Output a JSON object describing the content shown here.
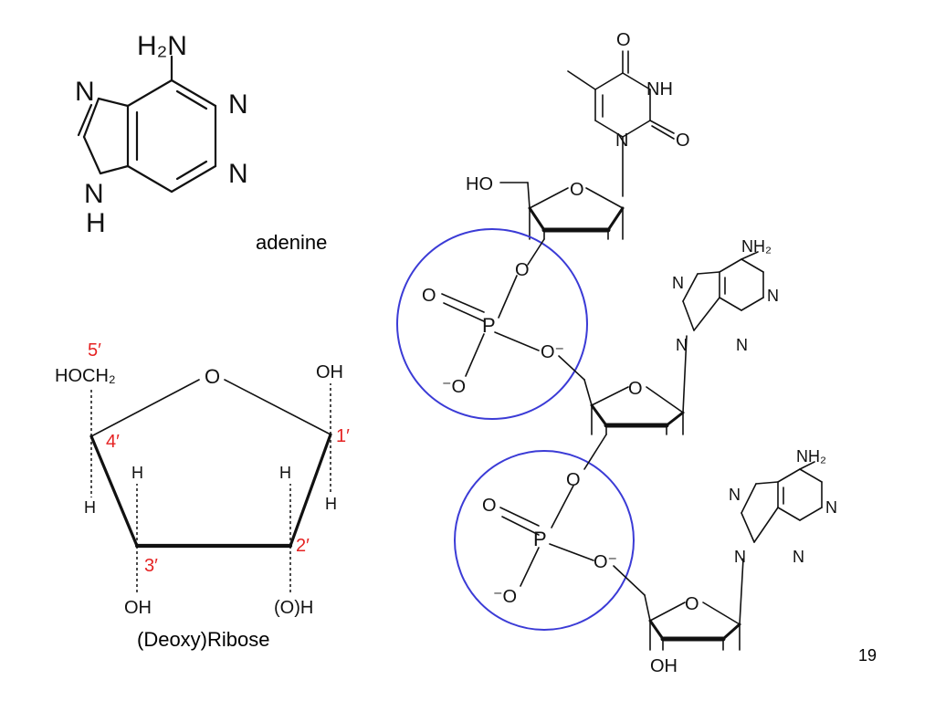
{
  "adenine": {
    "amine": "H₂N",
    "n1": "N",
    "n3": "N",
    "n7": "N",
    "n9": "N",
    "nh_h": "H",
    "caption": "adenine"
  },
  "ribose": {
    "title": "(Deoxy)Ribose",
    "ring_o": "O",
    "hoch2": "HOCH₂",
    "oh_top": "OH",
    "oh_3": "OH",
    "oh_2": "(O)H",
    "h": "H",
    "positions": {
      "p5": "5′",
      "p4": "4′",
      "p3": "3′",
      "p2": "2′",
      "p1": "1′"
    },
    "highlight_color": "#e52222"
  },
  "dna": {
    "ho": "HO",
    "o": "O",
    "nh": "NH",
    "n": "N",
    "nh2": "NH₂",
    "p": "P",
    "o_minus": "O⁻",
    "minus_o": "⁻O",
    "oh": "OH",
    "circle_color": "#3b3bd6"
  },
  "page_number": "19"
}
